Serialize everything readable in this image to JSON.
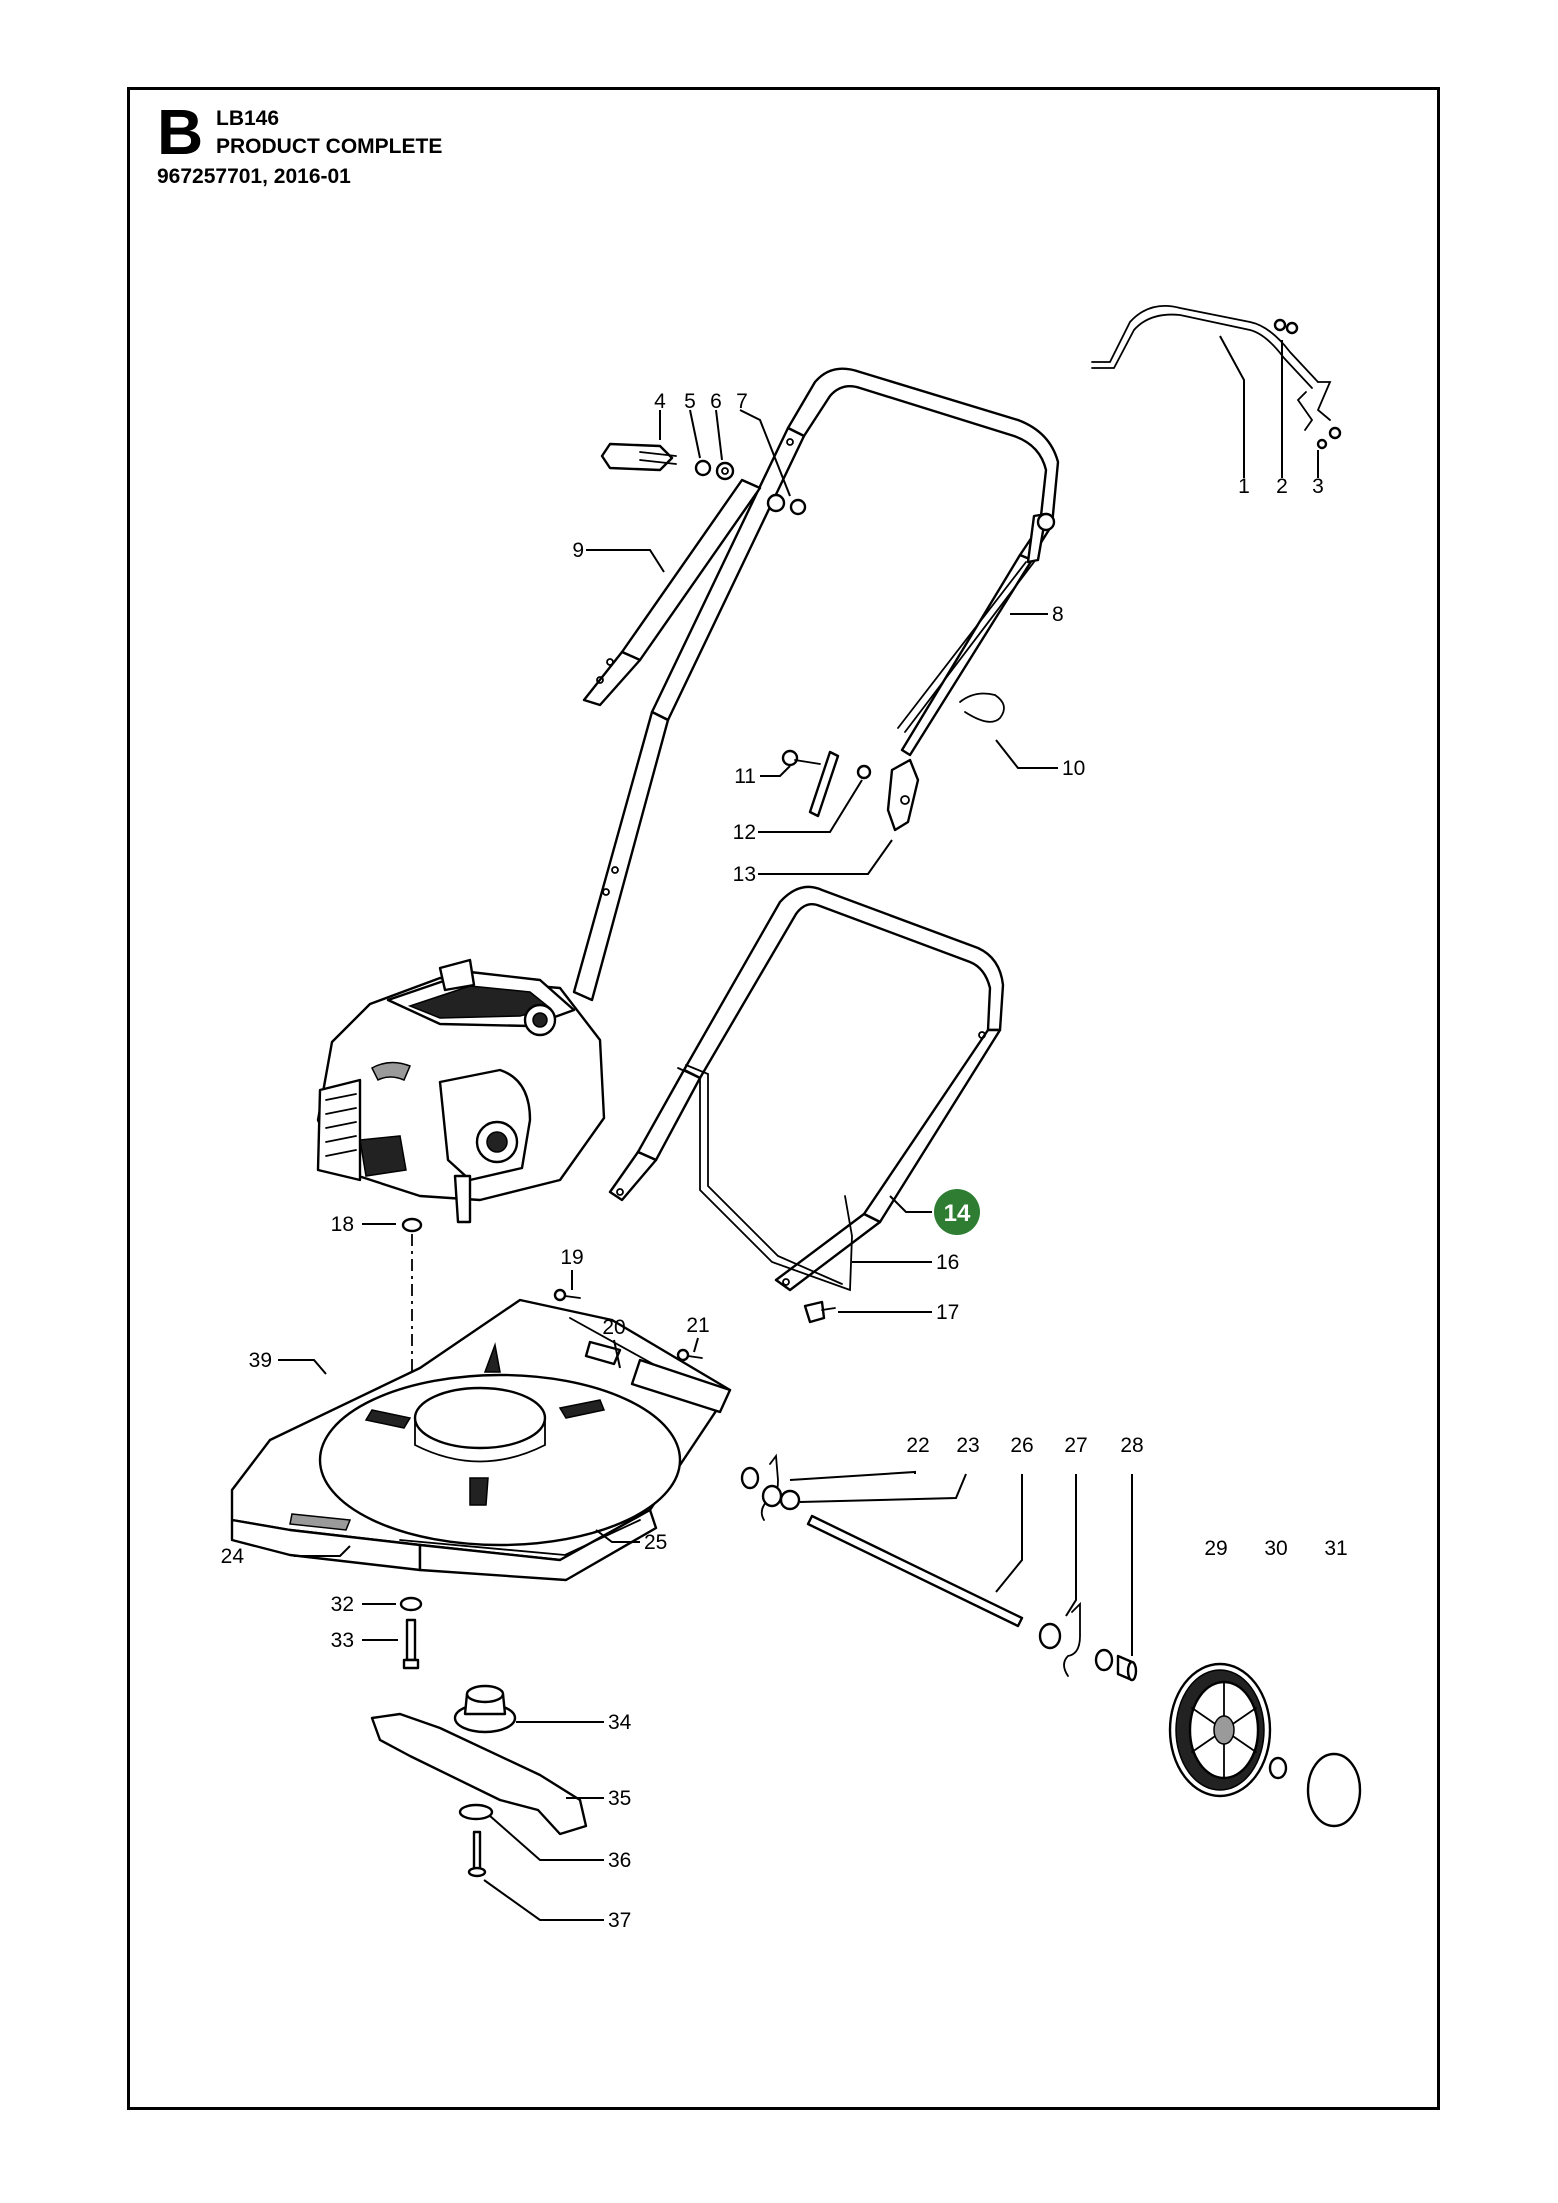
{
  "header": {
    "section_letter": "B",
    "model": "LB146",
    "title": "PRODUCT COMPLETE",
    "doc_ref": "967257701, 2016-01"
  },
  "colors": {
    "highlight": "#2e7d32",
    "line": "#000000",
    "background": "#ffffff"
  },
  "callouts": {
    "p1": "1",
    "p2": "2",
    "p3": "3",
    "p4": "4",
    "p5": "5",
    "p6": "6",
    "p7": "7",
    "p8": "8",
    "p9": "9",
    "p10": "10",
    "p11": "11",
    "p12": "12",
    "p13": "13",
    "p14": "14",
    "p16": "16",
    "p17": "17",
    "p18": "18",
    "p19": "19",
    "p20": "20",
    "p21": "21",
    "p22": "22",
    "p23": "23",
    "p24": "24",
    "p25": "25",
    "p26": "26",
    "p27": "27",
    "p28": "28",
    "p29": "29",
    "p30": "30",
    "p31": "31",
    "p32": "32",
    "p33": "33",
    "p34": "34",
    "p35": "35",
    "p36": "36",
    "p37": "37",
    "p39": "39"
  }
}
